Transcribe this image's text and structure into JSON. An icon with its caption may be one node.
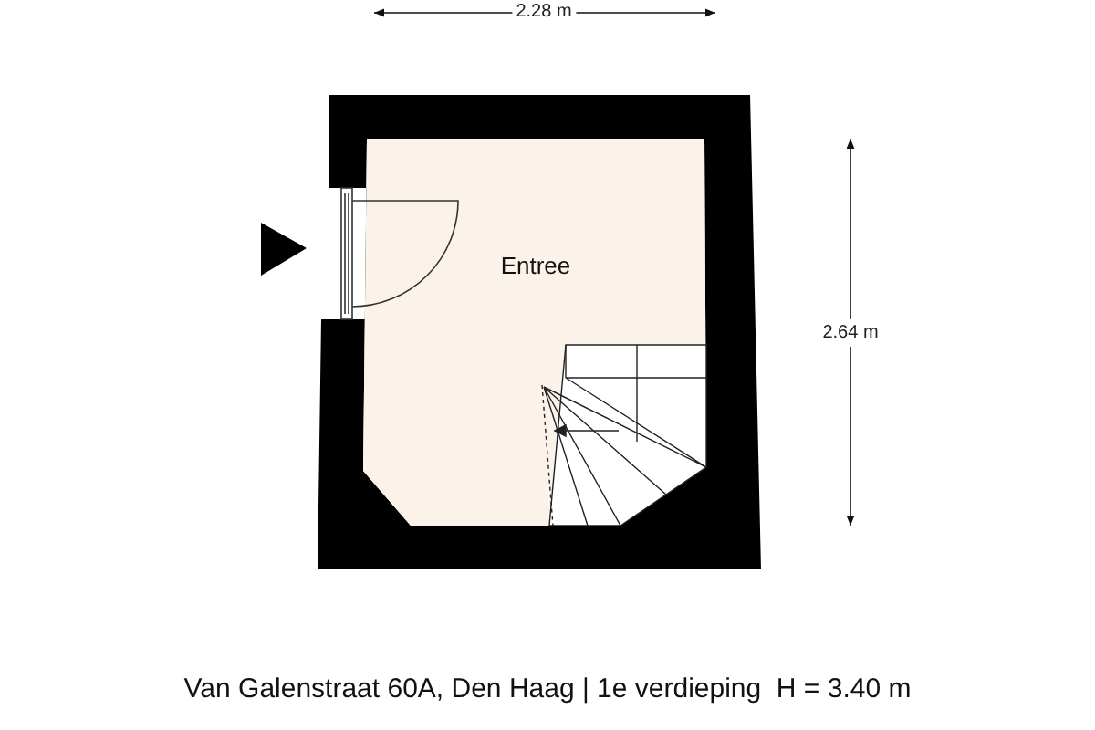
{
  "diagram": {
    "nodes": [
      {
        "text": [
          "Entree"
        ]
      }
    ],
    "labels": [
      "2.28 m",
      "2.64 m",
      "Van Galenstraat 60A, Den Haag | 1e verdieping  H = 3.40 m"
    ]
  }
}
